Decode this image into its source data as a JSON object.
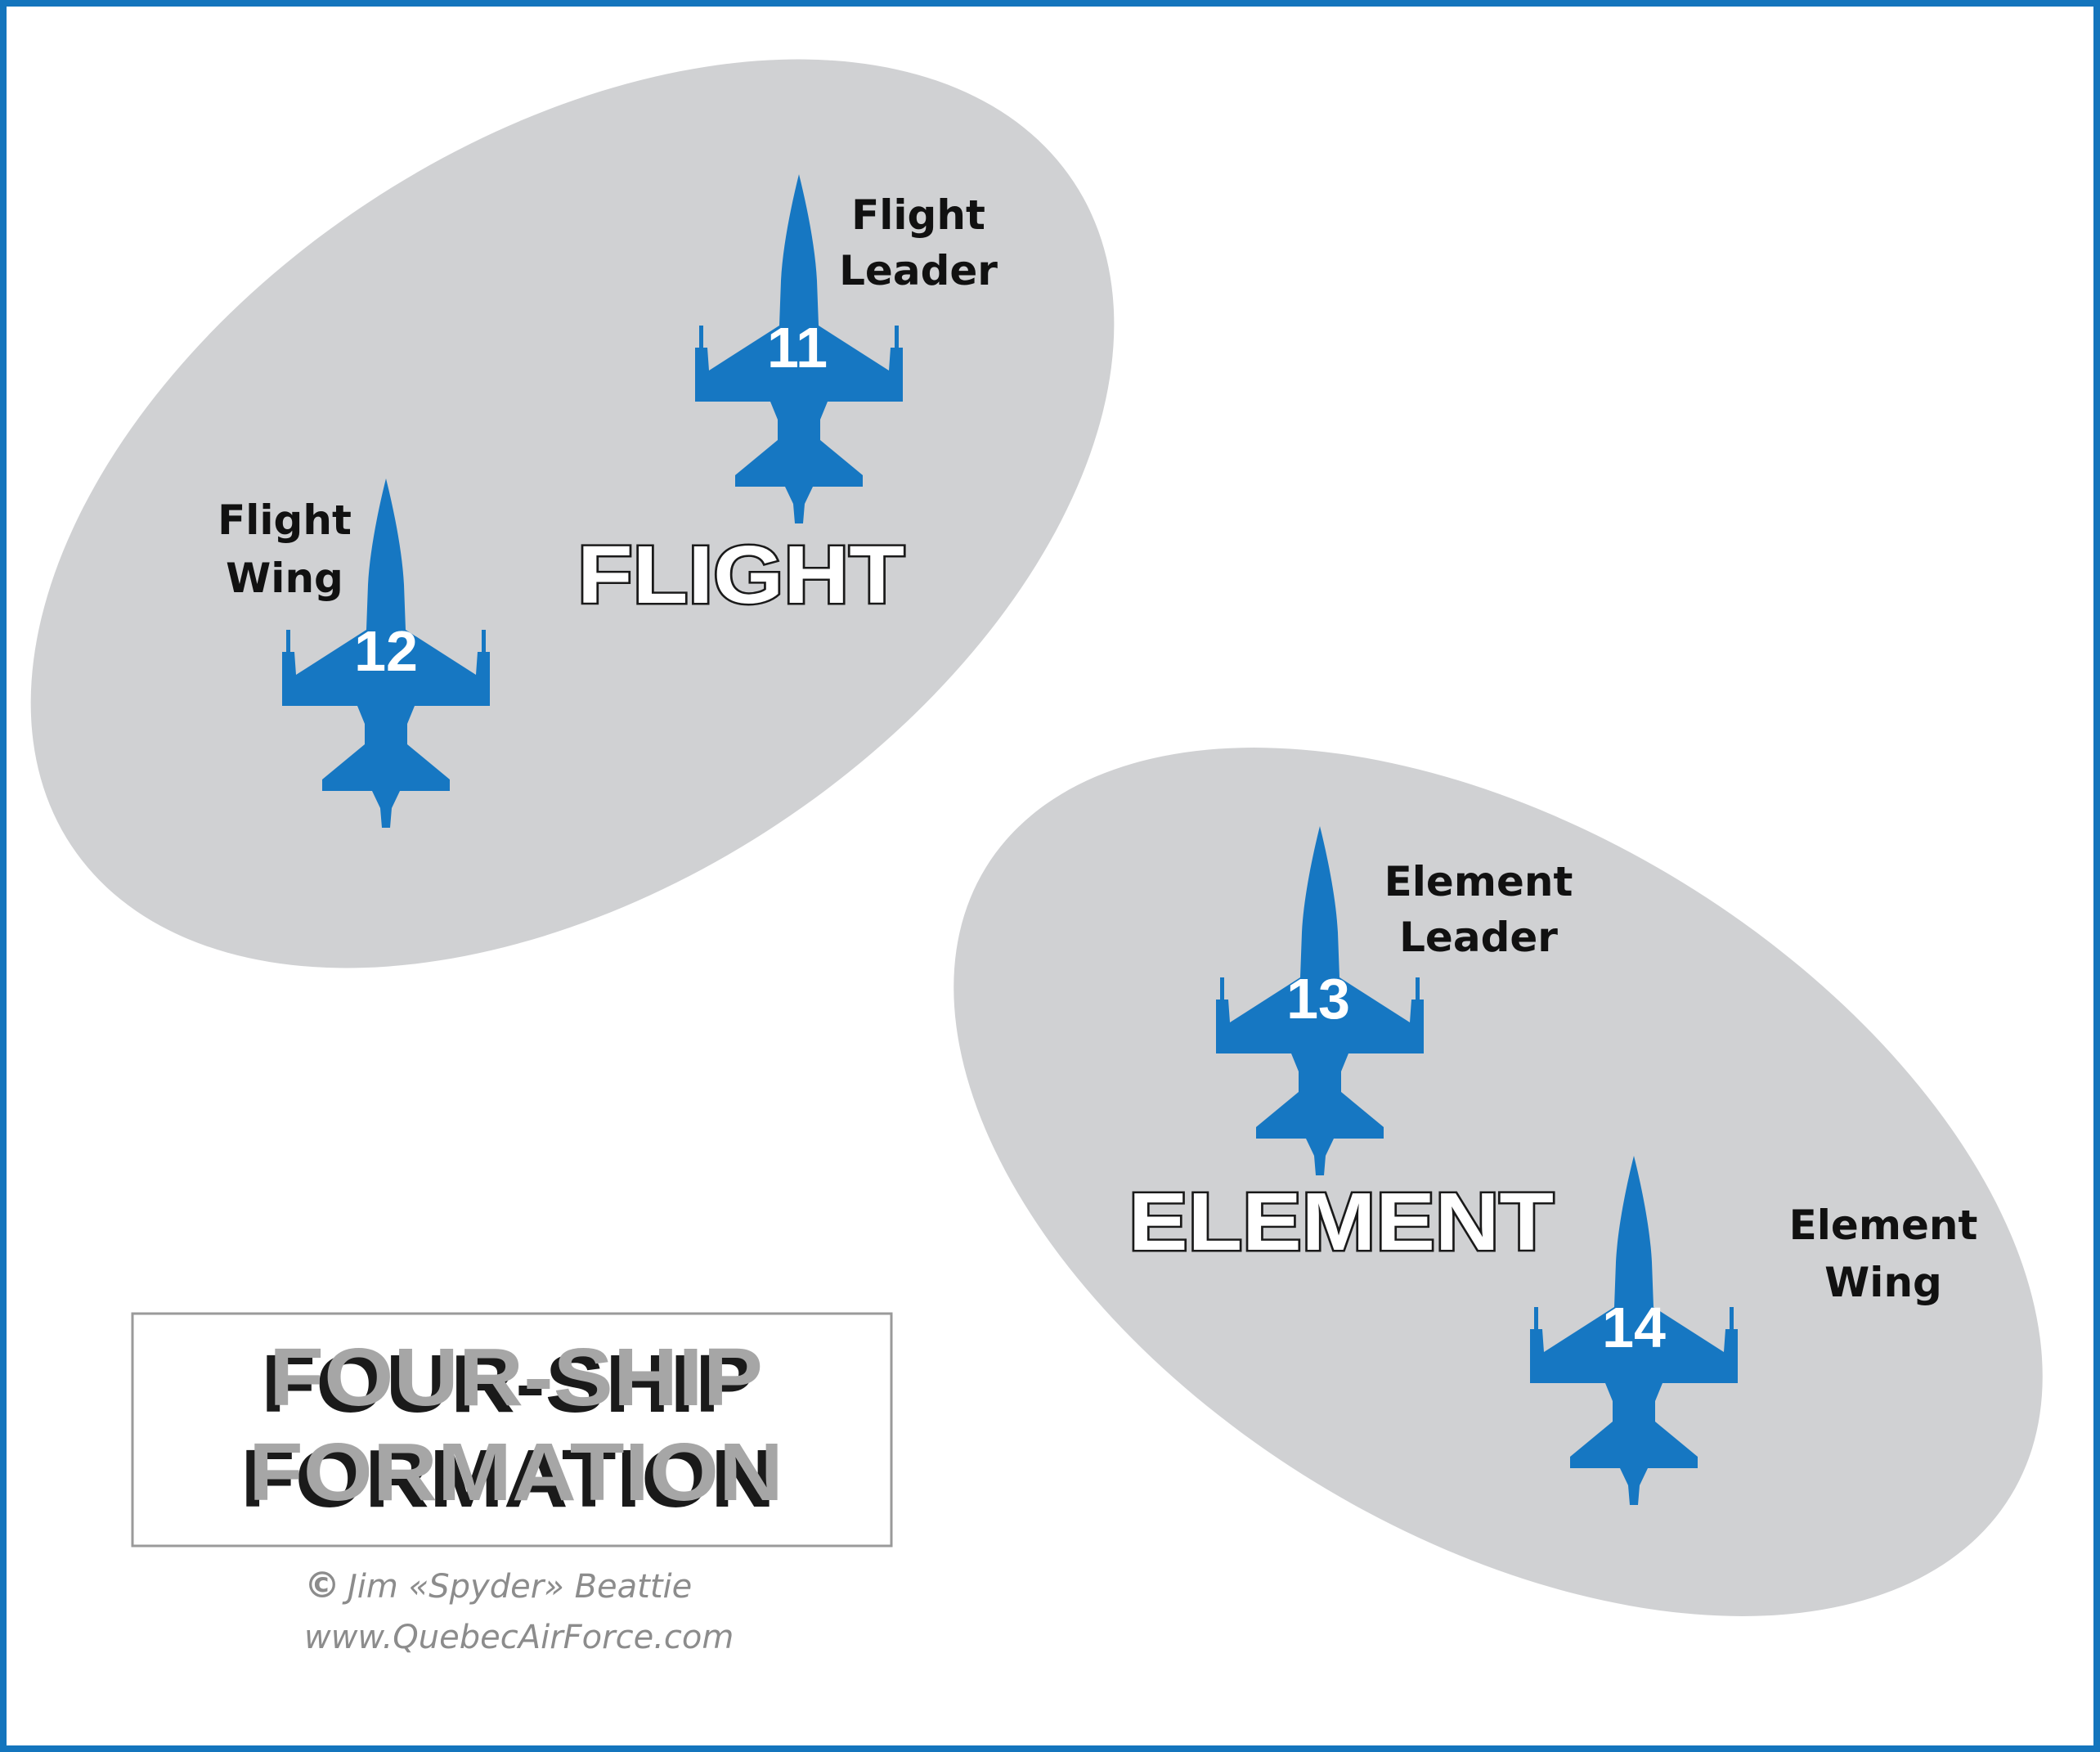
{
  "colors": {
    "frame": "#1475bd",
    "aircraft": "#1677c2",
    "group_fill": "#d0d1d3",
    "title_fill": "#a6a6a6",
    "title_outline": "#1a1a1a"
  },
  "aircraft_icon": "fighter-jet-icon",
  "groups": {
    "flight": {
      "label": "FLIGHT"
    },
    "element": {
      "label": "ELEMENT"
    }
  },
  "aircraft": [
    {
      "number": "11",
      "role_line1": "Flight",
      "role_line2": "Leader"
    },
    {
      "number": "12",
      "role_line1": "Flight",
      "role_line2": "Wing"
    },
    {
      "number": "13",
      "role_line1": "Element",
      "role_line2": "Leader"
    },
    {
      "number": "14",
      "role_line1": "Element",
      "role_line2": "Wing"
    }
  ],
  "title": {
    "line1": "FOUR-SHIP",
    "line2": "FORMATION"
  },
  "credit": {
    "copyright_symbol": "©",
    "author": "Jim «Spyder» Beattie",
    "website": "www.QuebecAirForce.com"
  }
}
